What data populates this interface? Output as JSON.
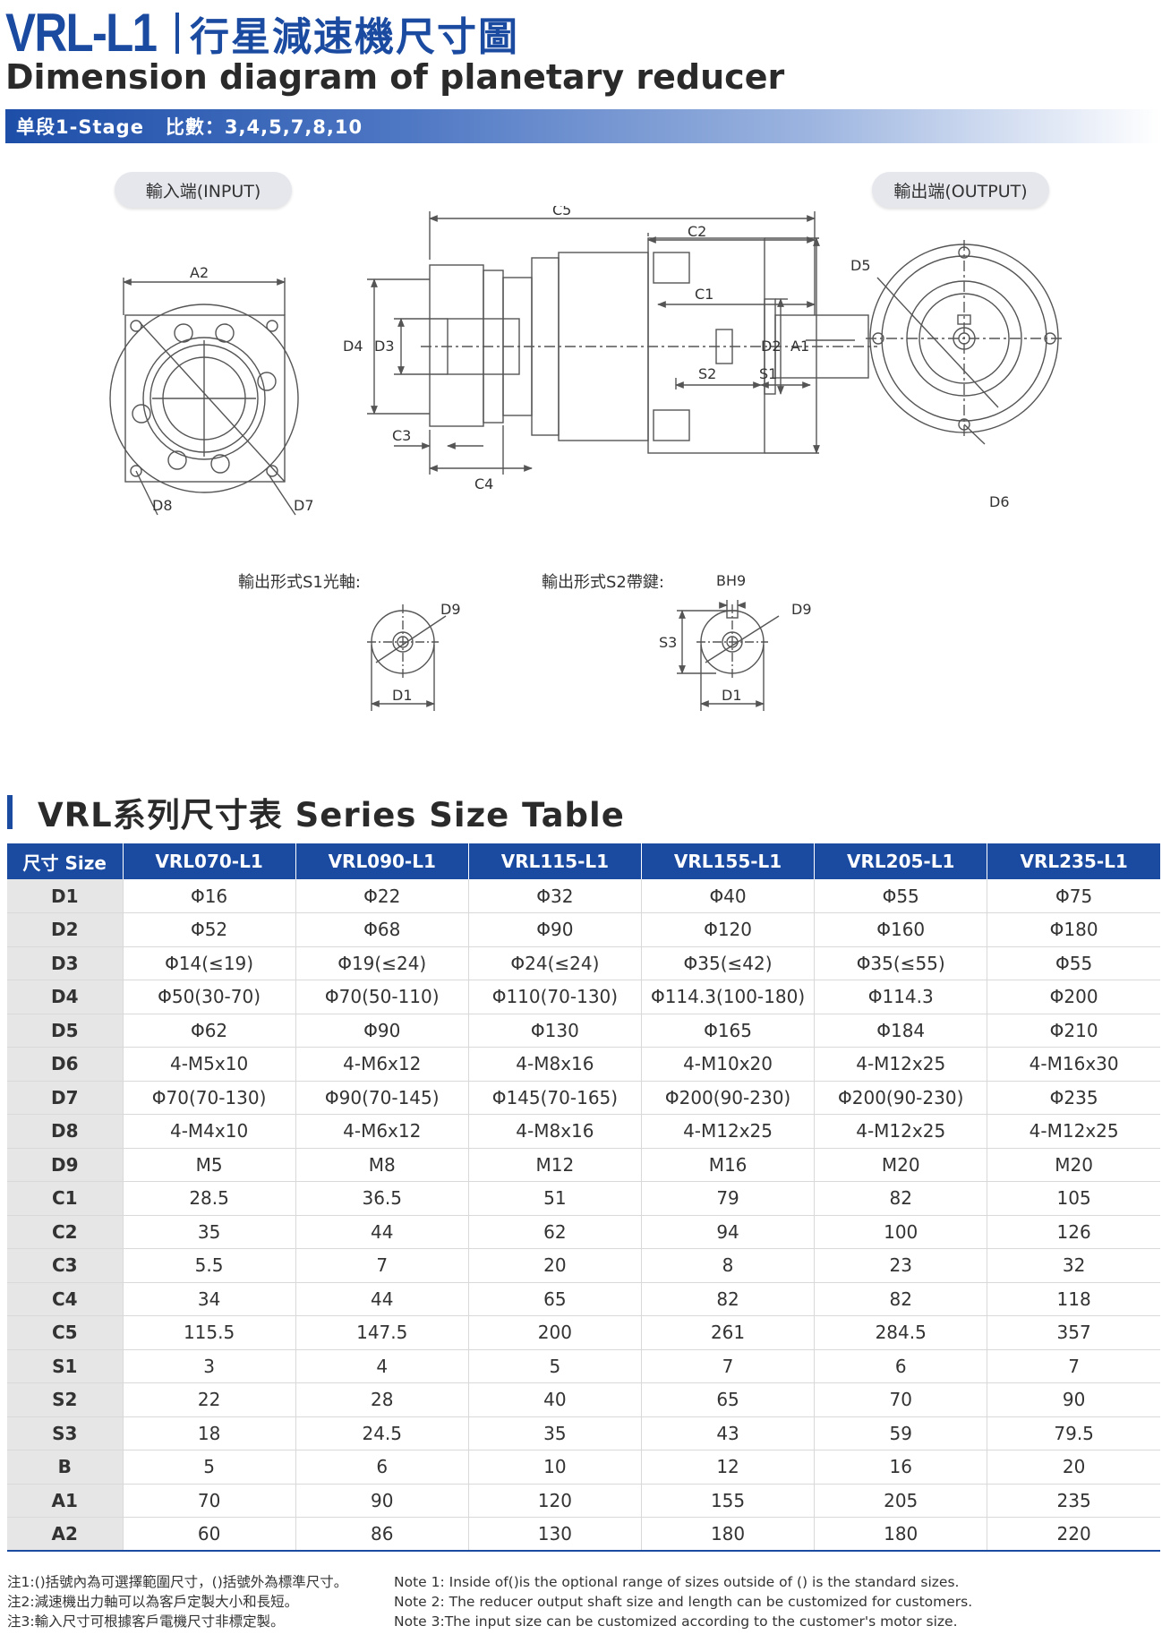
{
  "header": {
    "model": "VRL-L1",
    "cn_title": "行星減速機尺寸圖",
    "en_title": "Dimension diagram of planetary reducer",
    "stage": "单段1-Stage",
    "ratio": "比數：3,4,5,7,8,10"
  },
  "diagram": {
    "input_label": "輸入端(INPUT)",
    "output_label": "輸出端(OUTPUT)",
    "s1_label": "輸出形式S1光軸:",
    "s2_label": "輸出形式S2帶鍵:",
    "dims": {
      "A2": "A2",
      "D8": "D8",
      "D7": "D7",
      "C5": "C5",
      "C2": "C2",
      "C1": "C1",
      "C3": "C3",
      "C4": "C4",
      "D4": "D4",
      "D3": "D3",
      "D2": "D2",
      "A1": "A1",
      "S2": "S2",
      "S1": "S1",
      "D5": "D5",
      "D6": "D6",
      "D9": "D9",
      "D1": "D1",
      "BH9": "BH9",
      "S3": "S3"
    }
  },
  "table": {
    "heading": "VRL系列尺寸表 Series Size Table",
    "headers": [
      "尺寸 Size",
      "VRL070-L1",
      "VRL090-L1",
      "VRL115-L1",
      "VRL155-L1",
      "VRL205-L1",
      "VRL235-L1"
    ],
    "rows": [
      [
        "D1",
        "Φ16",
        "Φ22",
        "Φ32",
        "Φ40",
        "Φ55",
        "Φ75"
      ],
      [
        "D2",
        "Φ52",
        "Φ68",
        "Φ90",
        "Φ120",
        "Φ160",
        "Φ180"
      ],
      [
        "D3",
        "Φ14(≤19)",
        "Φ19(≤24)",
        "Φ24(≤24)",
        "Φ35(≤42)",
        "Φ35(≤55)",
        "Φ55"
      ],
      [
        "D4",
        "Φ50(30-70)",
        "Φ70(50-110)",
        "Φ110(70-130)",
        "Φ114.3(100-180)",
        "Φ114.3",
        "Φ200"
      ],
      [
        "D5",
        "Φ62",
        "Φ90",
        "Φ130",
        "Φ165",
        "Φ184",
        "Φ210"
      ],
      [
        "D6",
        "4-M5x10",
        "4-M6x12",
        "4-M8x16",
        "4-M10x20",
        "4-M12x25",
        "4-M16x30"
      ],
      [
        "D7",
        "Φ70(70-130)",
        "Φ90(70-145)",
        "Φ145(70-165)",
        "Φ200(90-230)",
        "Φ200(90-230)",
        "Φ235"
      ],
      [
        "D8",
        "4-M4x10",
        "4-M6x12",
        "4-M8x16",
        "4-M12x25",
        "4-M12x25",
        "4-M12x25"
      ],
      [
        "D9",
        "M5",
        "M8",
        "M12",
        "M16",
        "M20",
        "M20"
      ],
      [
        "C1",
        "28.5",
        "36.5",
        "51",
        "79",
        "82",
        "105"
      ],
      [
        "C2",
        "35",
        "44",
        "62",
        "94",
        "100",
        "126"
      ],
      [
        "C3",
        "5.5",
        "7",
        "20",
        "8",
        "23",
        "32"
      ],
      [
        "C4",
        "34",
        "44",
        "65",
        "82",
        "82",
        "118"
      ],
      [
        "C5",
        "115.5",
        "147.5",
        "200",
        "261",
        "284.5",
        "357"
      ],
      [
        "S1",
        "3",
        "4",
        "5",
        "7",
        "6",
        "7"
      ],
      [
        "S2",
        "22",
        "28",
        "40",
        "65",
        "70",
        "90"
      ],
      [
        "S3",
        "18",
        "24.5",
        "35",
        "43",
        "59",
        "79.5"
      ],
      [
        "B",
        "5",
        "6",
        "10",
        "12",
        "16",
        "20"
      ],
      [
        "A1",
        "70",
        "90",
        "120",
        "155",
        "205",
        "235"
      ],
      [
        "A2",
        "60",
        "86",
        "130",
        "180",
        "180",
        "220"
      ]
    ]
  },
  "notes": {
    "cn": [
      "注1:()括號內為可選擇範圍尺寸，()括號外為標準尺寸。",
      "注2:減速機出力軸可以為客戶定製大小和長短。",
      "注3:輸入尺寸可根據客戶電機尺寸非標定製。"
    ],
    "en": [
      "Note 1: Inside of()is the optional range of sizes outside of () is the standard sizes.",
      "Note 2: The reducer output shaft size and length can be customized for customers.",
      "Note 3:The input size can be customized according to the customer's motor size."
    ]
  },
  "colors": {
    "brand_blue": "#1b4aa1",
    "row_head_gray": "#e6e6e6",
    "line_gray": "#555555"
  }
}
